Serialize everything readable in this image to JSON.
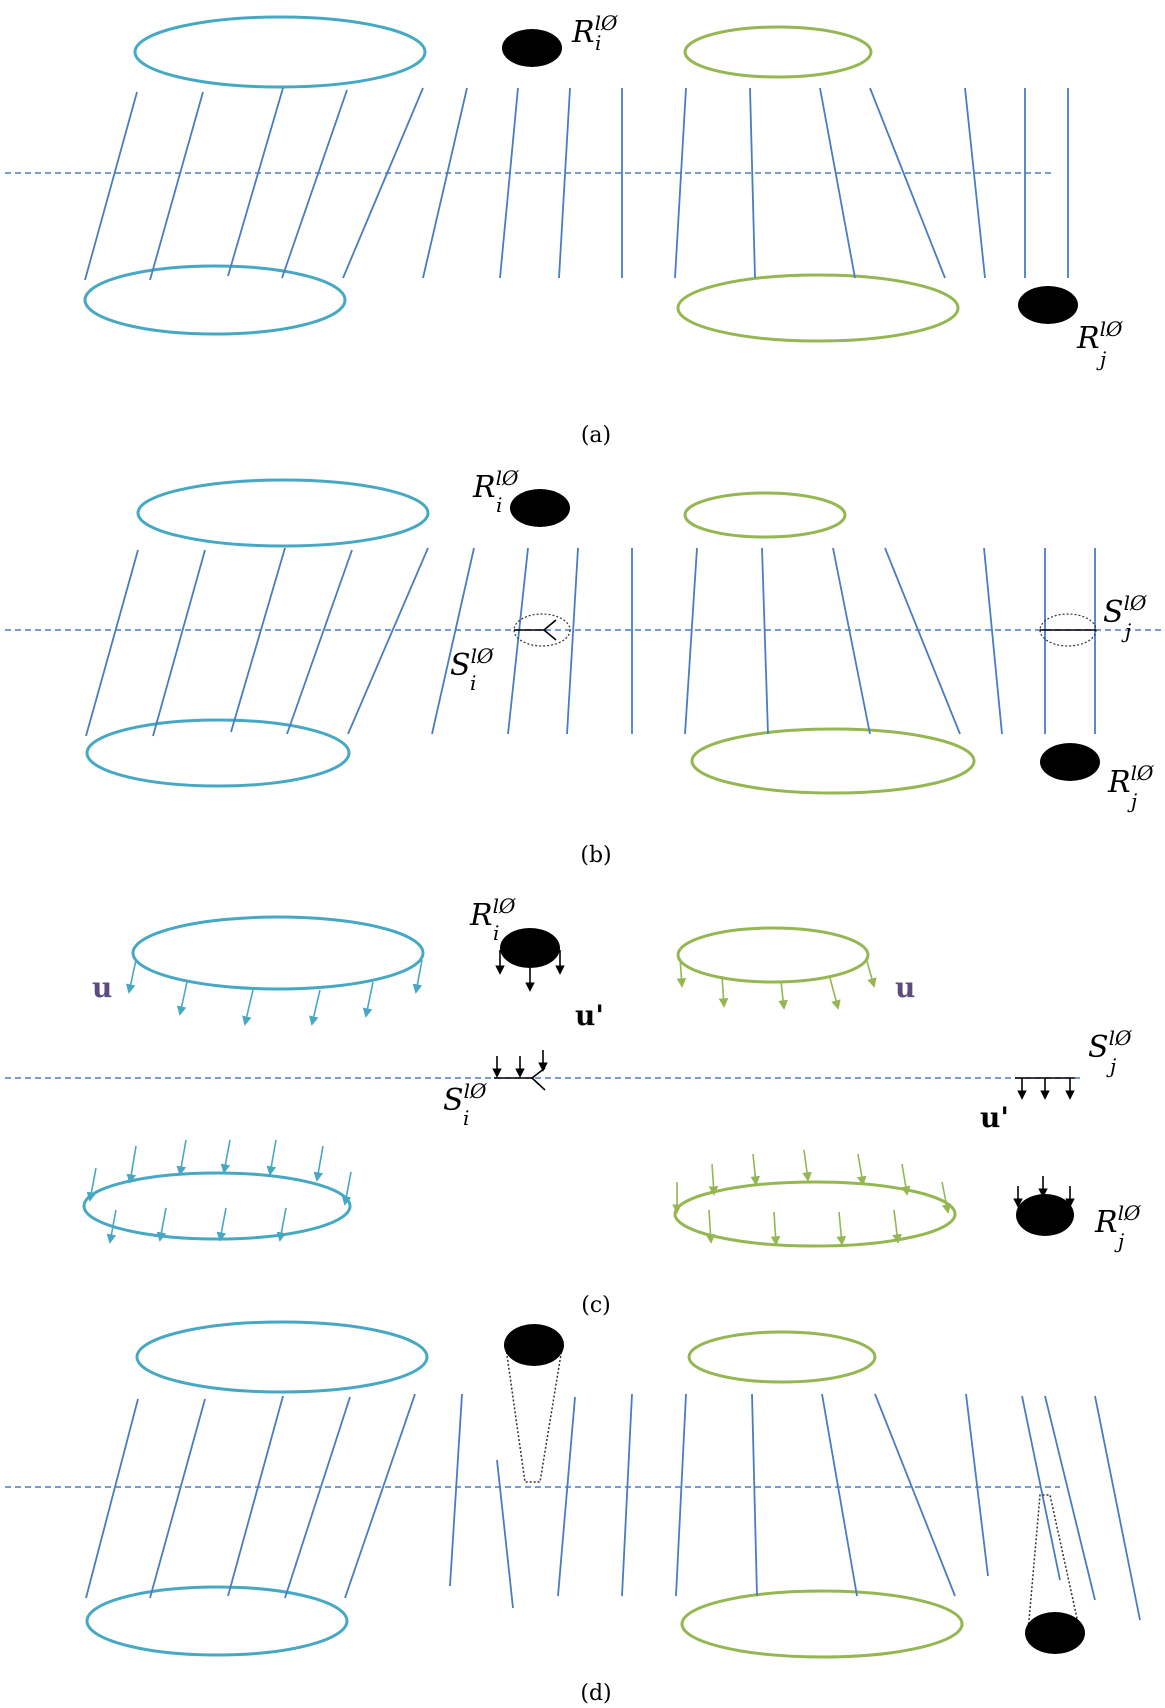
{
  "colors": {
    "cyan": "#47a8c4",
    "green": "#94b752",
    "blue_line": "#4a7cc2",
    "black": "#000000",
    "purple": "#5e4b7d",
    "dotted": "#333333"
  },
  "labels": {
    "R_base": "R",
    "S_base": "S",
    "sub_i": "i",
    "sub_j": "j",
    "sup": "lØ",
    "u": "u",
    "u_prime": "u'"
  },
  "panels": [
    {
      "id": "a",
      "caption": "(a)"
    },
    {
      "id": "b",
      "caption": "(b)"
    },
    {
      "id": "c",
      "caption": "(c)"
    },
    {
      "id": "d",
      "caption": "(d)"
    }
  ]
}
